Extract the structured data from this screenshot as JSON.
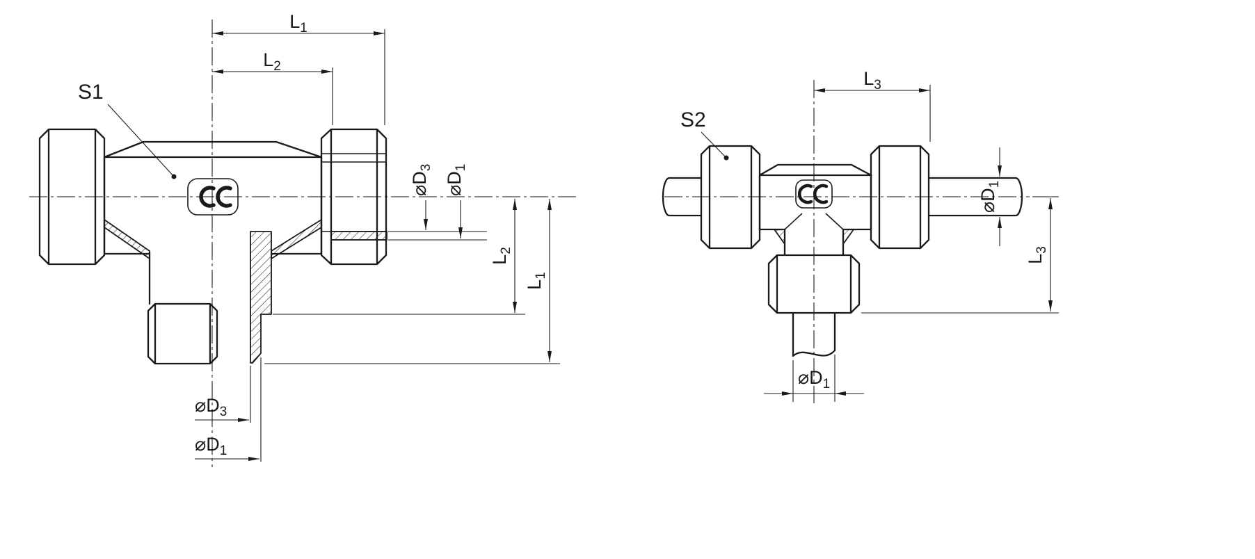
{
  "drawing": {
    "type": "technical-drawing",
    "subject": "tee-fitting-two-views"
  },
  "labels": {
    "s1": "S1",
    "s2": "S2",
    "l1": {
      "base": "L",
      "sub": "1"
    },
    "l2": {
      "base": "L",
      "sub": "2"
    },
    "l3": {
      "base": "L",
      "sub": "3"
    },
    "d1": {
      "base": "⌀D",
      "sub": "1"
    },
    "d3": {
      "base": "⌀D",
      "sub": "3"
    }
  },
  "icons": {
    "manufacturer_logo": "double-c-monogram"
  },
  "colors": {
    "line": "#1a1a1a",
    "background": "#ffffff"
  }
}
